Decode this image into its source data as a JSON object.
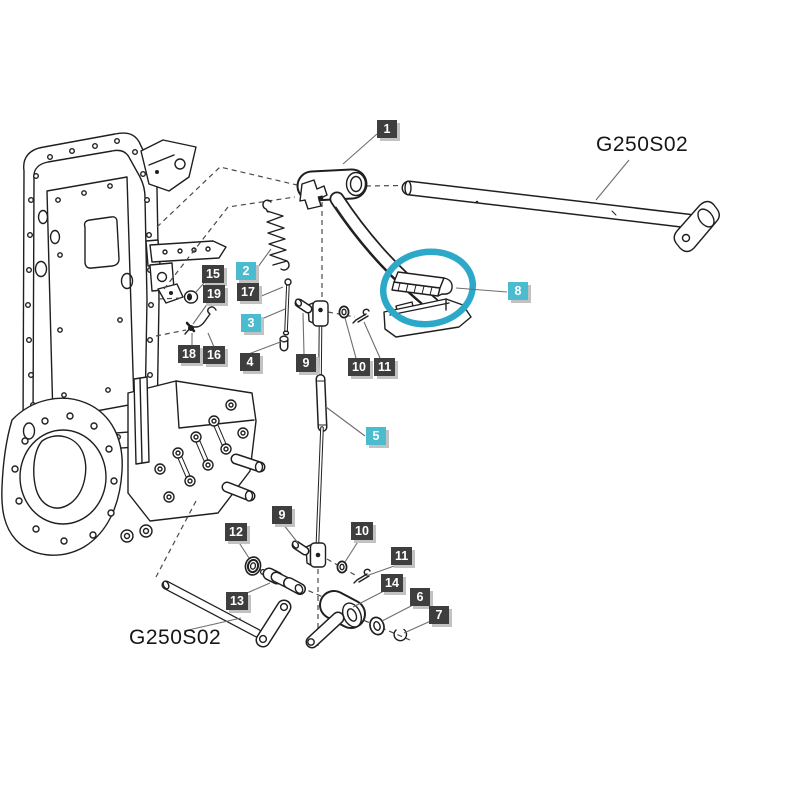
{
  "diagram": {
    "type": "exploded-parts-diagram",
    "subject": "clutch pedal and linkage assembly with transmission housing",
    "codes": {
      "top": "G250S02",
      "bottom": "G250S02"
    },
    "colors": {
      "label_box": "#3e3e3e",
      "label_box_highlight": "#4bbccf",
      "label_text": "#ffffff",
      "label_shadow": "#c2c2c2",
      "line_art": "#1f1f1f",
      "highlight_ellipse": "#2ca9c9"
    },
    "highlight_ellipse": {
      "around_part": "8"
    },
    "highlighted_parts": [
      "2",
      "3",
      "5",
      "8"
    ]
  },
  "labels": [
    {
      "text": "1",
      "highlighted": false
    },
    {
      "text": "2",
      "highlighted": true
    },
    {
      "text": "3",
      "highlighted": true
    },
    {
      "text": "4",
      "highlighted": false
    },
    {
      "text": "5",
      "highlighted": true
    },
    {
      "text": "6",
      "highlighted": false
    },
    {
      "text": "7",
      "highlighted": false
    },
    {
      "text": "8",
      "highlighted": true
    },
    {
      "text": "9",
      "highlighted": false
    },
    {
      "text": "10",
      "highlighted": false
    },
    {
      "text": "11",
      "highlighted": false
    },
    {
      "text": "9",
      "highlighted": false
    },
    {
      "text": "10",
      "highlighted": false
    },
    {
      "text": "11",
      "highlighted": false
    },
    {
      "text": "12",
      "highlighted": false
    },
    {
      "text": "13",
      "highlighted": false
    },
    {
      "text": "14",
      "highlighted": false
    },
    {
      "text": "15",
      "highlighted": false
    },
    {
      "text": "16",
      "highlighted": false
    },
    {
      "text": "17",
      "highlighted": false
    },
    {
      "text": "18",
      "highlighted": false
    },
    {
      "text": "19",
      "highlighted": false
    }
  ]
}
